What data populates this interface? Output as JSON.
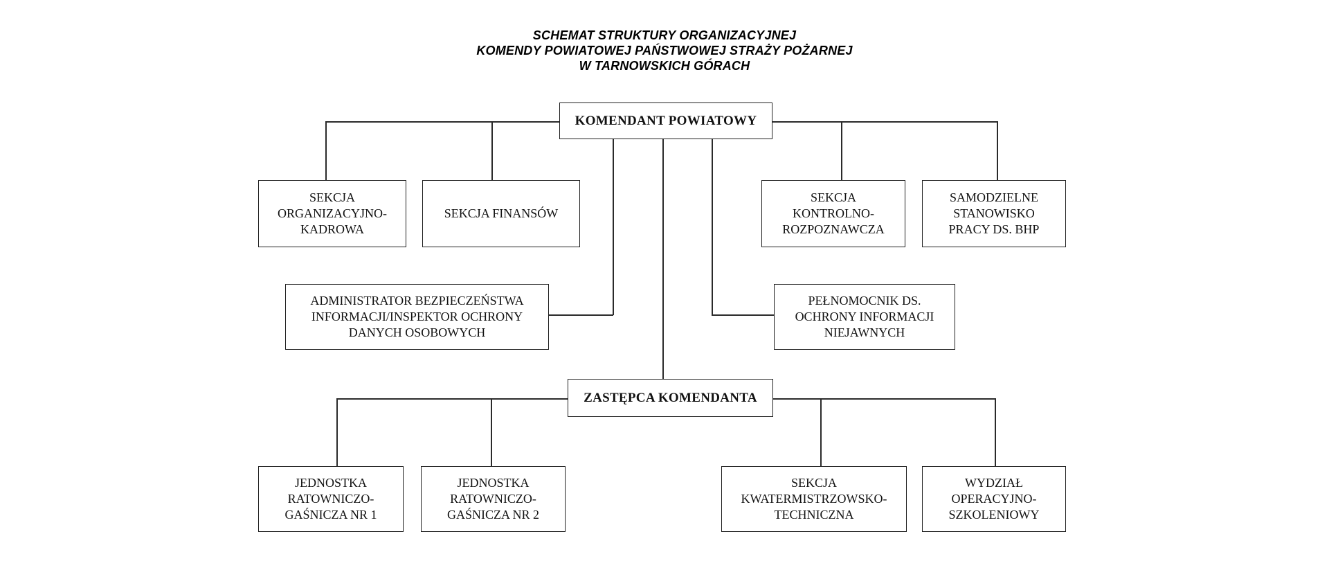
{
  "title": {
    "text": "SCHEMAT STRUKTURY ORGANIZACYJNEJ\nKOMENDY POWIATOWEJ PAŃSTWOWEJ STRAŻY POŻARNEJ\nW TARNOWSKICH GÓRACH"
  },
  "boxes": {
    "komendant": {
      "label": "KOMENDANT POWIATOWY"
    },
    "sekcja_org": {
      "label": "SEKCJA\nORGANIZACYJNO-\nKADROWA"
    },
    "sekcja_fin": {
      "label": "SEKCJA FINANSÓW"
    },
    "sekcja_kontrolno": {
      "label": "SEKCJA\nKONTROLNO-\nROZPOZNAWCZA"
    },
    "samodzielne_bhp": {
      "label": "SAMODZIELNE\nSTANOWISKO\nPRACY DS. BHP"
    },
    "administrator": {
      "label": "ADMINISTRATOR BEZPIECZEŃSTWA\nINFORMACJI/INSPEKTOR OCHRONY\nDANYCH OSOBOWYCH"
    },
    "pelnomocnik": {
      "label": "PEŁNOMOCNIK DS.\nOCHRONY INFORMACJI\nNIEJAWNYCH"
    },
    "zastepca": {
      "label": "ZASTĘPCA KOMENDANTA"
    },
    "jrg1": {
      "label": "JEDNOSTKA\nRATOWNICZO-\nGAŚNICZA NR 1"
    },
    "jrg2": {
      "label": "JEDNOSTKA\nRATOWNICZO-\nGAŚNICZA NR 2"
    },
    "kwatermistrzowska": {
      "label": "SEKCJA\nKWATERMISTRZOWSKO-\nTECHNICZNA"
    },
    "wydzial": {
      "label": "WYDZIAŁ\nOPERACYJNO-\nSZKOLENIOWY"
    }
  },
  "colors": {
    "background": "#ffffff",
    "line": "#2a2a2a",
    "border": "#1f1f1f",
    "text": "#111111",
    "title_text": "#000000"
  }
}
